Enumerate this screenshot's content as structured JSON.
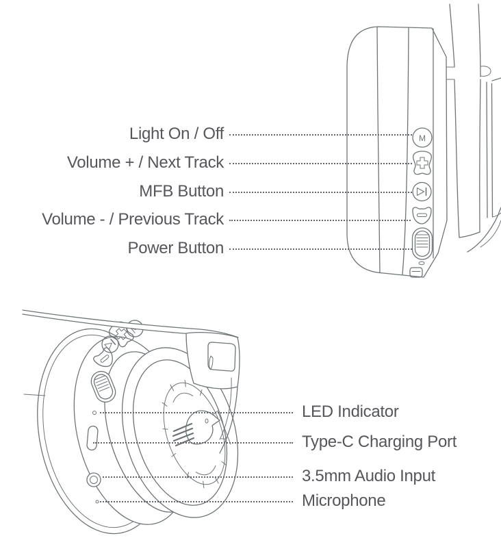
{
  "document": {
    "type": "headphone-user-manual-diagram",
    "background_color": "#ffffff",
    "text_color": "#54565b",
    "line_art_color": "#6d7477",
    "leader_line_color": "#61656a"
  },
  "top_section": {
    "view": "side view of ear cup with control buttons",
    "rows": [
      {
        "label": "Light On / Off"
      },
      {
        "label": "Volume + / Next Track"
      },
      {
        "label": "MFB Button"
      },
      {
        "label": "Volume - / Previous Track"
      },
      {
        "label": "Power Button"
      }
    ]
  },
  "bottom_section": {
    "view": "angled view of ear cup with ports",
    "rows": [
      {
        "label": "LED Indicator"
      },
      {
        "label": "Type-C Charging Port"
      },
      {
        "label": "3.5mm Audio Input"
      },
      {
        "label": "Microphone"
      }
    ]
  },
  "illustrations": {
    "mode_letter": "M"
  }
}
